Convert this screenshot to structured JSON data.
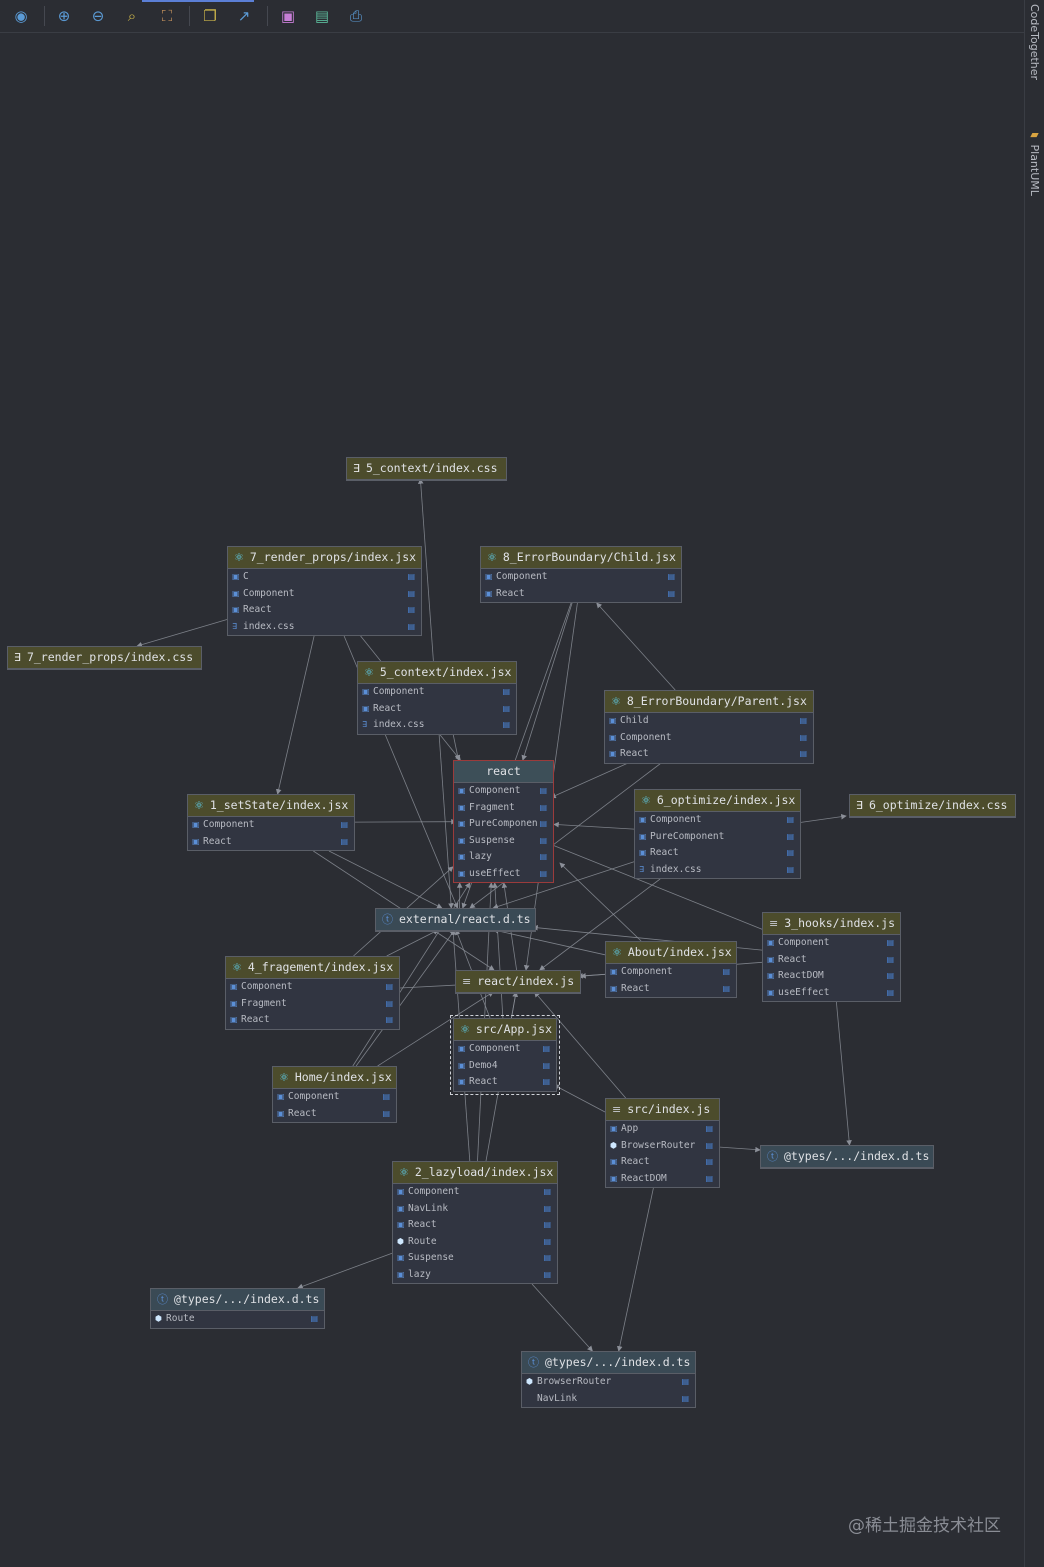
{
  "toolbar": {
    "buttons": [
      {
        "name": "eye-icon",
        "glyph": "◉",
        "color": "#5b9bd6"
      },
      {
        "name": "zoom-in-icon",
        "glyph": "⊕",
        "color": "#5b9bd6"
      },
      {
        "name": "zoom-out-icon",
        "glyph": "⊖",
        "color": "#5b9bd6"
      },
      {
        "name": "actual-size-icon",
        "glyph": "⌕",
        "color": "#c9b34a"
      },
      {
        "name": "fit-content-icon",
        "glyph": "⛶",
        "color": "#b98a5a"
      },
      {
        "name": "layout-icon",
        "glyph": "❐",
        "color": "#c9b34a"
      },
      {
        "name": "export-arrow-icon",
        "glyph": "↗",
        "color": "#5b9bd6"
      },
      {
        "name": "save-icon",
        "glyph": "▣",
        "color": "#c77ed6"
      },
      {
        "name": "export-file-icon",
        "glyph": "▤",
        "color": "#5bb89a"
      },
      {
        "name": "print-icon",
        "glyph": "⎙",
        "color": "#5b9bd6"
      }
    ]
  },
  "side_tabs": {
    "codetogether": "CodeTogether",
    "plantuml": "PlantUML"
  },
  "nodes": [
    {
      "id": "n_ctxcss",
      "title": "5_context/index.css",
      "kind": "css",
      "rows": []
    },
    {
      "id": "n_render",
      "title": "7_render_props/index.jsx",
      "kind": "react",
      "rows": [
        {
          "label": "C",
          "icon": "class"
        },
        {
          "label": "Component",
          "icon": "class"
        },
        {
          "label": "React",
          "icon": "class"
        },
        {
          "label": "index.css",
          "icon": "css"
        }
      ]
    },
    {
      "id": "n_ebchild",
      "title": "8_ErrorBoundary/Child.jsx",
      "kind": "react",
      "rows": [
        {
          "label": "Component",
          "icon": "class"
        },
        {
          "label": "React",
          "icon": "class"
        }
      ]
    },
    {
      "id": "n_rendercss",
      "title": "7_render_props/index.css",
      "kind": "css",
      "rows": []
    },
    {
      "id": "n_ctx",
      "title": "5_context/index.jsx",
      "kind": "react",
      "rows": [
        {
          "label": "Component",
          "icon": "class"
        },
        {
          "label": "React",
          "icon": "class"
        },
        {
          "label": "index.css",
          "icon": "css"
        }
      ]
    },
    {
      "id": "n_ebparent",
      "title": "8_ErrorBoundary/Parent.jsx",
      "kind": "react",
      "rows": [
        {
          "label": "Child",
          "icon": "class"
        },
        {
          "label": "Component",
          "icon": "class"
        },
        {
          "label": "React",
          "icon": "class"
        }
      ]
    },
    {
      "id": "n_react",
      "title": "react",
      "kind": "lib",
      "rows": [
        {
          "label": "Component",
          "icon": "class"
        },
        {
          "label": "Fragment",
          "icon": "class"
        },
        {
          "label": "PureComponent",
          "icon": "class"
        },
        {
          "label": "Suspense",
          "icon": "class"
        },
        {
          "label": "lazy",
          "icon": "class"
        },
        {
          "label": "useEffect",
          "icon": "class"
        }
      ]
    },
    {
      "id": "n_setstate",
      "title": "1_setState/index.jsx",
      "kind": "react",
      "rows": [
        {
          "label": "Component",
          "icon": "class"
        },
        {
          "label": "React",
          "icon": "class"
        }
      ]
    },
    {
      "id": "n_optimize",
      "title": "6_optimize/index.jsx",
      "kind": "react",
      "rows": [
        {
          "label": "Component",
          "icon": "class"
        },
        {
          "label": "PureComponent",
          "icon": "class"
        },
        {
          "label": "React",
          "icon": "class"
        },
        {
          "label": "index.css",
          "icon": "css"
        }
      ]
    },
    {
      "id": "n_optcss",
      "title": "6_optimize/index.css",
      "kind": "css",
      "rows": []
    },
    {
      "id": "n_extreact",
      "title": "external/react.d.ts",
      "kind": "ts",
      "rows": []
    },
    {
      "id": "n_hooks",
      "title": "3_hooks/index.js",
      "kind": "js",
      "rows": [
        {
          "label": "Component",
          "icon": "class"
        },
        {
          "label": "React",
          "icon": "class"
        },
        {
          "label": "ReactDOM",
          "icon": "class"
        },
        {
          "label": "useEffect",
          "icon": "class"
        }
      ]
    },
    {
      "id": "n_about",
      "title": "About/index.jsx",
      "kind": "react",
      "rows": [
        {
          "label": "Component",
          "icon": "class"
        },
        {
          "label": "React",
          "icon": "class"
        }
      ]
    },
    {
      "id": "n_frag",
      "title": "4_fragement/index.jsx",
      "kind": "react",
      "rows": [
        {
          "label": "Component",
          "icon": "class"
        },
        {
          "label": "Fragment",
          "icon": "class"
        },
        {
          "label": "React",
          "icon": "class"
        }
      ]
    },
    {
      "id": "n_reactjs",
      "title": "react/index.js",
      "kind": "js",
      "rows": []
    },
    {
      "id": "n_app",
      "title": "src/App.jsx",
      "kind": "react",
      "rows": [
        {
          "label": "Component",
          "icon": "class"
        },
        {
          "label": "Demo4",
          "icon": "class"
        },
        {
          "label": "React",
          "icon": "class"
        }
      ]
    },
    {
      "id": "n_home",
      "title": "Home/index.jsx",
      "kind": "react",
      "rows": [
        {
          "label": "Component",
          "icon": "class"
        },
        {
          "label": "React",
          "icon": "class"
        }
      ]
    },
    {
      "id": "n_srcindex",
      "title": "src/index.js",
      "kind": "js",
      "rows": [
        {
          "label": "App",
          "icon": "class"
        },
        {
          "label": "BrowserRouter",
          "icon": "cube"
        },
        {
          "label": "React",
          "icon": "class"
        },
        {
          "label": "ReactDOM",
          "icon": "class"
        }
      ]
    },
    {
      "id": "n_types1",
      "title": "@types/.../index.d.ts",
      "kind": "ts",
      "rows": []
    },
    {
      "id": "n_lazy",
      "title": "2_lazyload/index.jsx",
      "kind": "react",
      "rows": [
        {
          "label": "Component",
          "icon": "class"
        },
        {
          "label": "NavLink",
          "icon": "class"
        },
        {
          "label": "React",
          "icon": "class"
        },
        {
          "label": "Route",
          "icon": "cube"
        },
        {
          "label": "Suspense",
          "icon": "class"
        },
        {
          "label": "lazy",
          "icon": "class"
        }
      ]
    },
    {
      "id": "n_types2",
      "title": "@types/.../index.d.ts",
      "kind": "ts",
      "rows": [
        {
          "label": "Route",
          "icon": "cube"
        }
      ]
    },
    {
      "id": "n_types3",
      "title": "@types/.../index.d.ts",
      "kind": "ts",
      "rows": [
        {
          "label": "BrowserRouter",
          "icon": "cube"
        },
        {
          "label": "NavLink",
          "icon": "none"
        }
      ]
    }
  ],
  "edges": [
    [
      "n_ctx",
      "n_ctxcss"
    ],
    [
      "n_render",
      "n_rendercss"
    ],
    [
      "n_render",
      "n_setstate"
    ],
    [
      "n_render",
      "n_react"
    ],
    [
      "n_render",
      "n_extreact"
    ],
    [
      "n_ctx",
      "n_react"
    ],
    [
      "n_ctx",
      "n_extreact"
    ],
    [
      "n_ebchild",
      "n_react"
    ],
    [
      "n_ebchild",
      "n_extreact"
    ],
    [
      "n_ebchild",
      "n_reactjs"
    ],
    [
      "n_ebparent",
      "n_ebchild"
    ],
    [
      "n_ebparent",
      "n_react"
    ],
    [
      "n_ebparent",
      "n_extreact"
    ],
    [
      "n_setstate",
      "n_react"
    ],
    [
      "n_setstate",
      "n_extreact"
    ],
    [
      "n_setstate",
      "n_reactjs"
    ],
    [
      "n_optimize",
      "n_optcss"
    ],
    [
      "n_optimize",
      "n_react"
    ],
    [
      "n_optimize",
      "n_extreact"
    ],
    [
      "n_optimize",
      "n_reactjs"
    ],
    [
      "n_hooks",
      "n_react"
    ],
    [
      "n_hooks",
      "n_extreact"
    ],
    [
      "n_hooks",
      "n_reactjs"
    ],
    [
      "n_hooks",
      "n_types1"
    ],
    [
      "n_about",
      "n_react"
    ],
    [
      "n_about",
      "n_extreact"
    ],
    [
      "n_about",
      "n_reactjs"
    ],
    [
      "n_frag",
      "n_react"
    ],
    [
      "n_frag",
      "n_extreact"
    ],
    [
      "n_frag",
      "n_reactjs"
    ],
    [
      "n_app",
      "n_react"
    ],
    [
      "n_app",
      "n_extreact"
    ],
    [
      "n_app",
      "n_reactjs"
    ],
    [
      "n_home",
      "n_react"
    ],
    [
      "n_home",
      "n_extreact"
    ],
    [
      "n_home",
      "n_reactjs"
    ],
    [
      "n_srcindex",
      "n_app"
    ],
    [
      "n_srcindex",
      "n_types1"
    ],
    [
      "n_srcindex",
      "n_types3"
    ],
    [
      "n_srcindex",
      "n_reactjs"
    ],
    [
      "n_lazy",
      "n_react"
    ],
    [
      "n_lazy",
      "n_extreact"
    ],
    [
      "n_lazy",
      "n_reactjs"
    ],
    [
      "n_lazy",
      "n_types2"
    ],
    [
      "n_lazy",
      "n_types3"
    ],
    [
      "n_extreact",
      "n_react"
    ],
    [
      "n_reactjs",
      "n_react"
    ]
  ],
  "colors": {
    "edge": "#8b8f98",
    "header_file": "#4c4c2c",
    "header_lib": "#3d4f58",
    "bg": "#2b2d33"
  },
  "watermark": "@稀土掘金技术社区"
}
